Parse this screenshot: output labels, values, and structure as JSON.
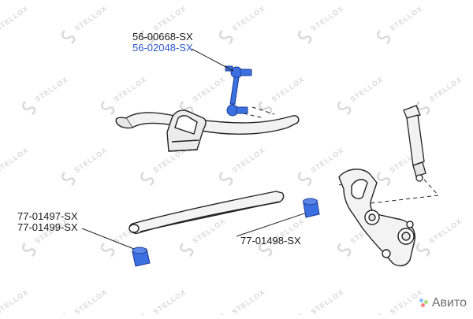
{
  "labels": {
    "stabilizer_link_primary": "56-00668-SX",
    "stabilizer_link_alt": "56-02048-SX",
    "leaf_bushing_front_a": "77-01497-SX",
    "leaf_bushing_front_b": "77-01499-SX",
    "leaf_bushing_rear": "77-01498-SX"
  },
  "watermark": {
    "brand": "STELLOX",
    "repeat_text": "STELLOX"
  },
  "footer_brand": "Авито",
  "colors": {
    "highlight_part": "#3c6fe0",
    "highlight_text": "#2a57c9",
    "outline": "#222222",
    "watermark": "#d9d9d9"
  }
}
